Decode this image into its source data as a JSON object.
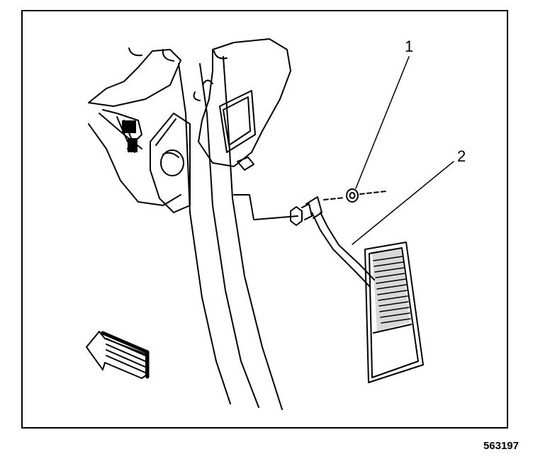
{
  "callouts": [
    {
      "label": "1"
    },
    {
      "label": "2"
    }
  ],
  "figure_id": "563197",
  "colors": {
    "ink": "#000000",
    "paper": "#ffffff"
  }
}
